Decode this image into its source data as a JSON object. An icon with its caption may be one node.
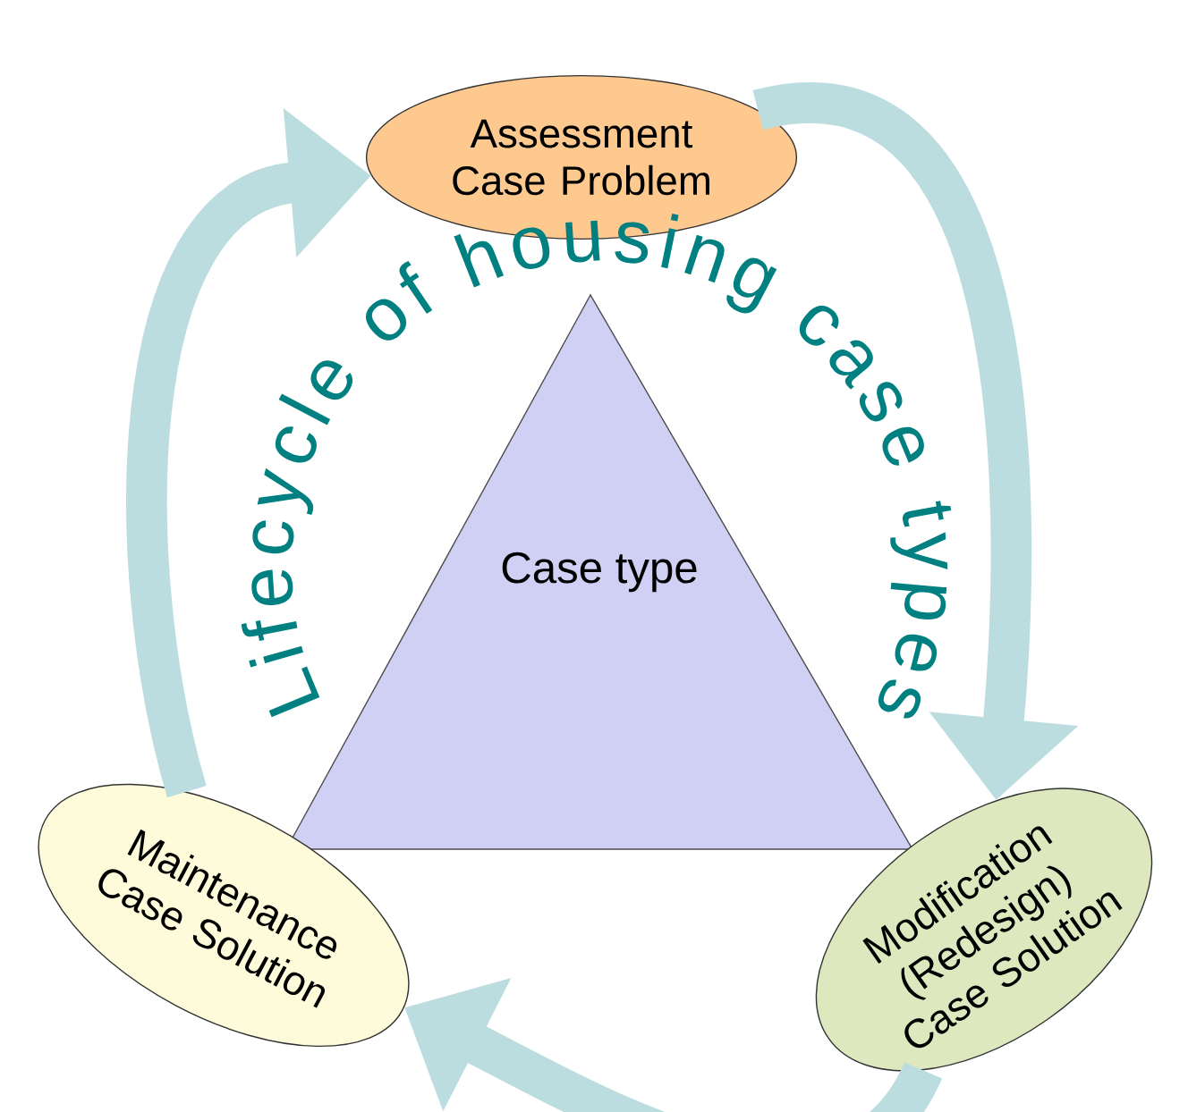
{
  "diagram": {
    "nodes": [
      {
        "text": [
          "Assessment Case Problem"
        ]
      },
      {
        "text": [
          "Case type"
        ]
      },
      {
        "text": [
          "Maintenance Case Solution"
        ]
      },
      {
        "text": [
          "Modification (Redesign) Case Solution"
        ]
      }
    ],
    "edges": [
      {
        "from": 2,
        "to": 0,
        "arrow": "to"
      },
      {
        "from": 0,
        "to": 3,
        "arrow": "to"
      },
      {
        "from": 3,
        "to": 2,
        "arrow": "to"
      }
    ],
    "labels": [
      "Lifecycle of housing case types"
    ]
  }
}
